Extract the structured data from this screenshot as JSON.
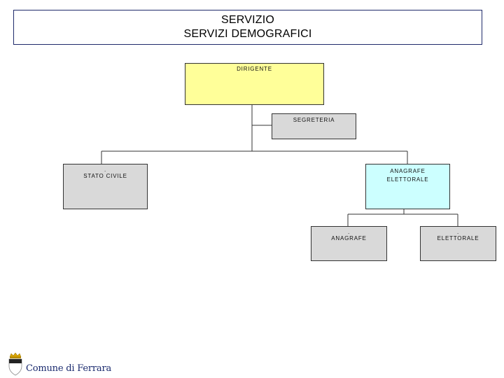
{
  "header": {
    "line1": "SERVIZIO",
    "line2": "SERVIZI DEMOGRAFICI"
  },
  "nodes": {
    "dirigente": {
      "label": "DIRIGENTE"
    },
    "segreteria": {
      "label": "SEGRETERIA"
    },
    "stato_civile": {
      "marker": ".",
      "label": "STATO CIVILE"
    },
    "anagrafe_elettorale": {
      "line1": "ANAGRAFE",
      "line2": "ELETTORALE"
    },
    "anagrafe": {
      "marker": ".",
      "label": "ANAGRAFE"
    },
    "elettorale": {
      "marker": ".",
      "label": "ELETTORALE"
    }
  },
  "footer": {
    "org_name": "Comune di Ferrara"
  },
  "colors": {
    "dirigente_fill": "#ffff99",
    "anagrafe_elettorale_fill": "#ccffff",
    "default_fill": "#d9d9d9",
    "header_border": "#1f2a6b",
    "logo_text": "#1a2a6e"
  }
}
